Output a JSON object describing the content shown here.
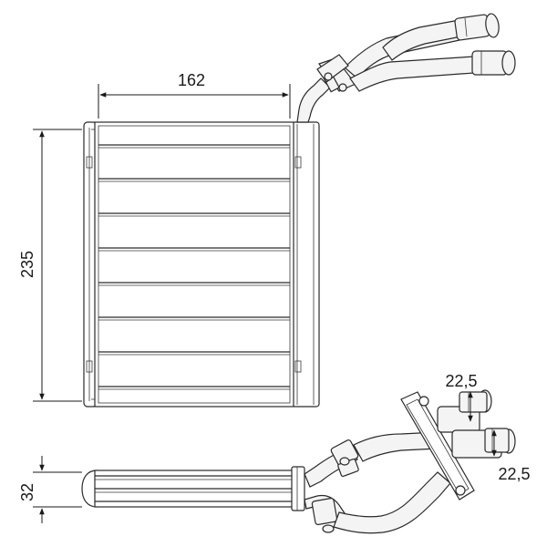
{
  "drawing": {
    "dimensions": {
      "width_label": "162",
      "height_label": "235",
      "depth_label": "32",
      "pipe_spacing_top_label": "22,5",
      "pipe_spacing_bottom_label": "22,5"
    },
    "colors": {
      "line": "#2a2a2a",
      "background": "#ffffff"
    }
  }
}
